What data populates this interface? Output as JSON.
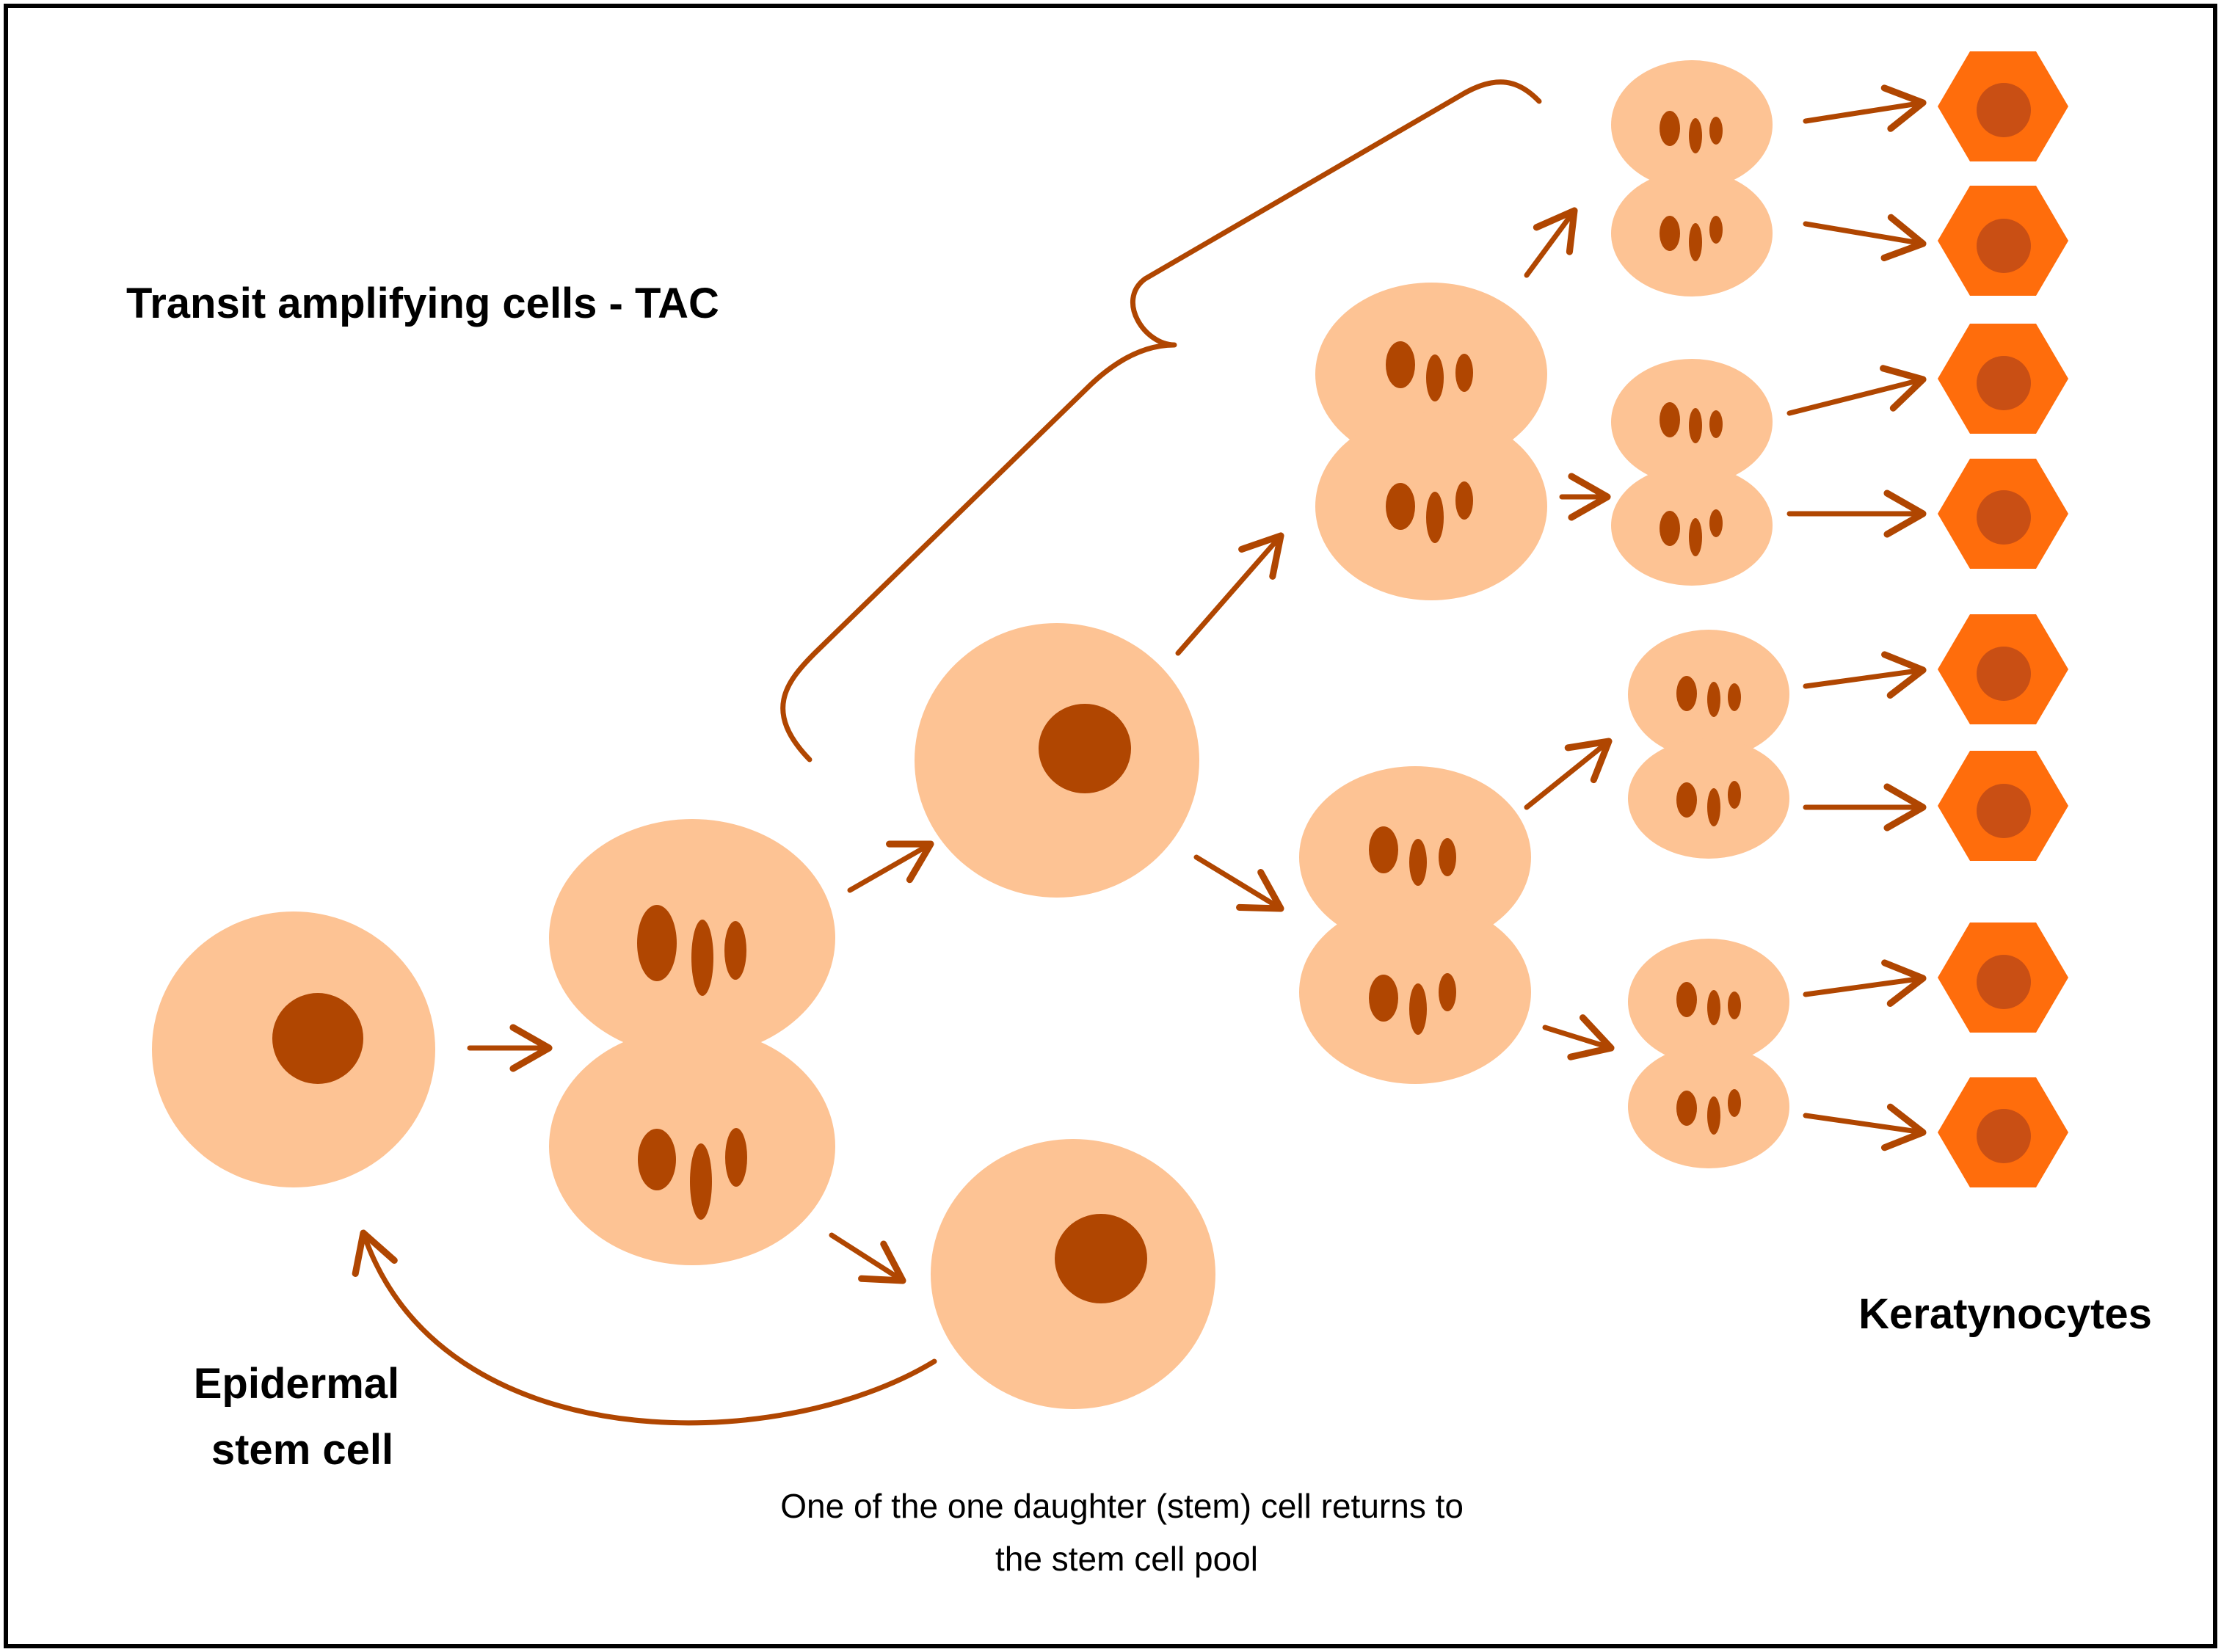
{
  "labels": {
    "tac": "Transit amplifying cells - TAC",
    "stem_cell_line1": "Epidermal",
    "stem_cell_line2": "stem cell",
    "keratinocytes": "Keratynocytes",
    "caption_line1": "One of the one daughter (stem) cell returns to",
    "caption_line2": "the stem cell pool"
  },
  "colors": {
    "cell_body": "#fdc394",
    "nucleus": "#b04601",
    "arrow": "#b04601",
    "keratinocyte": "#ff6d0c",
    "keratinocyte_nucleus": "#c94f14",
    "frame": "#000000"
  },
  "stages": [
    "epidermal-stem-cell",
    "dividing-stem-cell",
    "transit-amplifying-cell",
    "returning-stem-cell",
    "dividing-tac",
    "daughter-cells",
    "keratinocytes"
  ]
}
